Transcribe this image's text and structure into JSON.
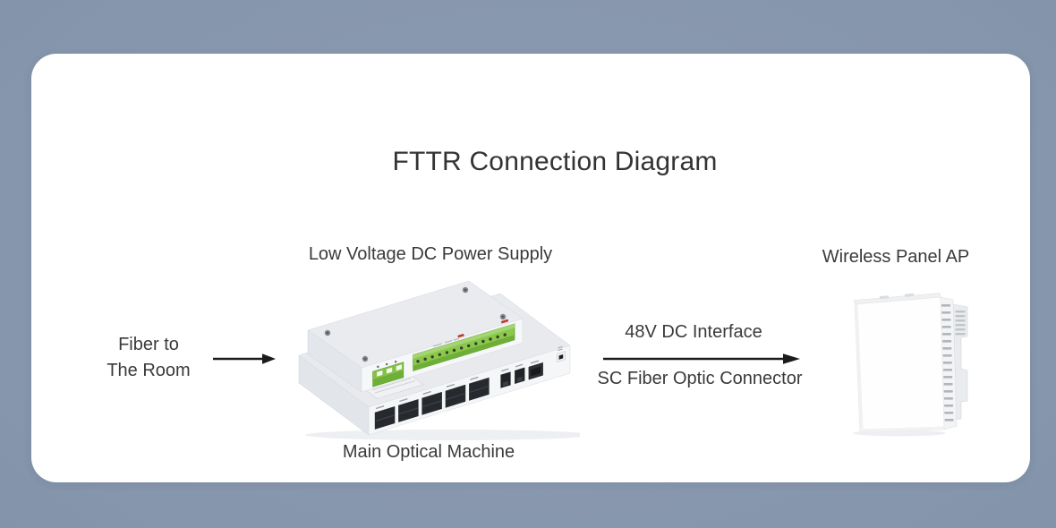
{
  "title": "FTTR Connection Diagram",
  "labels": {
    "power_supply": "Low Voltage DC Power Supply",
    "fiber_line1": "Fiber to",
    "fiber_line2": "The Room",
    "main_machine": "Main Optical Machine",
    "dc_interface": "48V DC Interface",
    "sc_connector": "SC Fiber Optic Connector",
    "wireless_ap": "Wireless Panel AP"
  },
  "icons": {
    "fiber_arrow": "arrow-right",
    "connection_arrow": "arrow-right"
  },
  "colors": {
    "background": "#8696ac",
    "card": "#ffffff",
    "text": "#3a3a3a",
    "arrow": "#1b1b1b",
    "device_body": "#f5f6f8",
    "device_green_terminal": "#85c247",
    "device_port_black": "#26292d"
  }
}
